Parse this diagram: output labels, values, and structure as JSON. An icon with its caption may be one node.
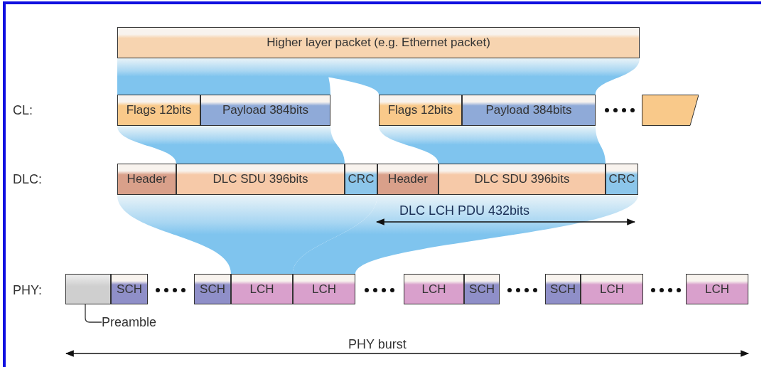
{
  "diagram": {
    "nodes": [
      {
        "text": [
          "Higher layer packet (e.g. Ethernet packet)"
        ]
      },
      {
        "text": [
          "Flags 12bits"
        ]
      },
      {
        "text": [
          "Payload 384bits"
        ]
      },
      {
        "text": [
          "Flags 12bits"
        ]
      },
      {
        "text": [
          "Payload 384bits"
        ]
      },
      {
        "text": [],
        "shape": "box"
      },
      {
        "text": [
          "Header"
        ]
      },
      {
        "text": [
          "DLC SDU 396bits"
        ]
      },
      {
        "text": [
          "CRC"
        ]
      },
      {
        "text": [
          "Header"
        ]
      },
      {
        "text": [
          "DLC SDU 396bits"
        ]
      },
      {
        "text": [
          "CRC"
        ]
      },
      {
        "text": [],
        "shape": "box"
      },
      {
        "text": [
          "SCH"
        ]
      },
      {
        "text": [
          "SCH"
        ]
      },
      {
        "text": [
          "LCH"
        ]
      },
      {
        "text": [
          "LCH"
        ]
      },
      {
        "text": [
          "LCH"
        ]
      },
      {
        "text": [
          "SCH"
        ]
      },
      {
        "text": [
          "SCH"
        ]
      },
      {
        "text": [
          "LCH"
        ]
      },
      {
        "text": [
          "LCH"
        ]
      },
      {
        "text": [
          "Preamble"
        ]
      }
    ],
    "edges": [
      {
        "from": 22,
        "to": 12,
        "arrow": "none"
      }
    ],
    "labels": [
      "CL:",
      "DLC:",
      "DLC LCH PDU 432bits",
      "PHY:",
      "PHY burst"
    ]
  }
}
